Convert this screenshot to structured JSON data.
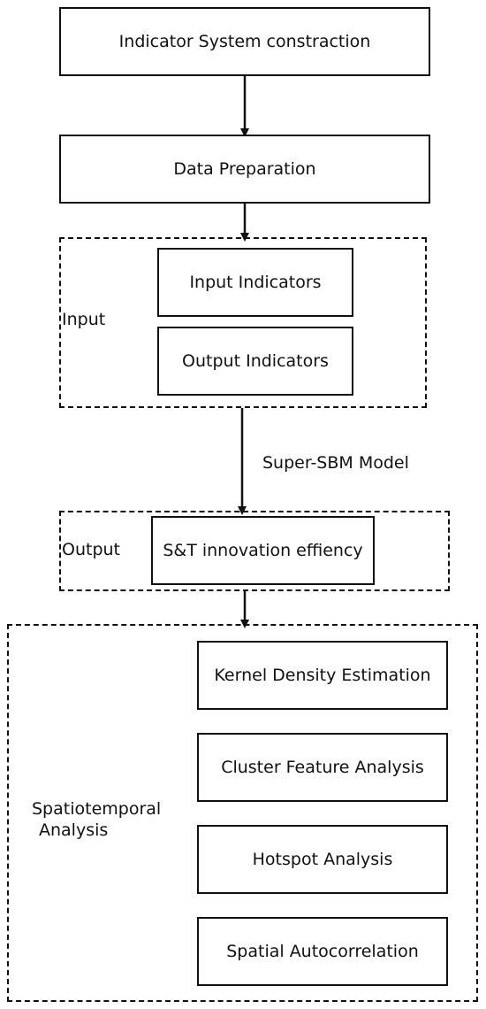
{
  "steps": {
    "indicator_system": "Indicator System constraction",
    "data_preparation": "Data Preparation"
  },
  "input_group": {
    "label": "Input",
    "items": [
      "Input Indicators",
      "Output Indicators"
    ]
  },
  "model_label": "Super-SBM Model",
  "output_group": {
    "label": "Output",
    "item": "S&T innovation effiency"
  },
  "analysis_group": {
    "label_line1": "Spatiotemporal",
    "label_line2": "Analysis",
    "items": [
      "Kernel Density Estimation",
      "Cluster Feature Analysis",
      "Hotspot Analysis",
      "Spatial Autocorrelation"
    ]
  },
  "colors": {
    "stroke": "#111111",
    "background": "#ffffff"
  }
}
